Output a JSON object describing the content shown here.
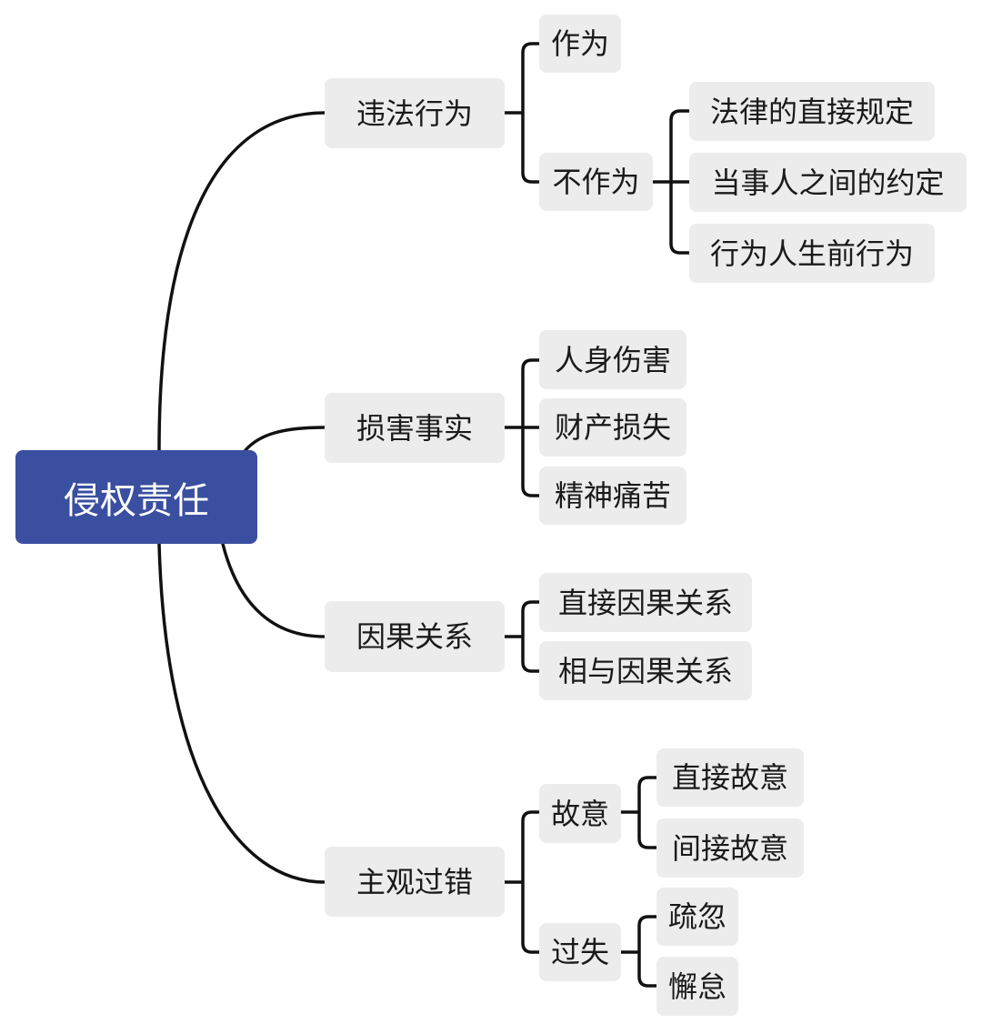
{
  "root": "侵权责任",
  "branches": [
    {
      "label": "违法行为",
      "children": [
        {
          "label": "作为"
        },
        {
          "label": "不作为",
          "children": [
            {
              "label": "法律的直接规定"
            },
            {
              "label": "当事人之间的约定"
            },
            {
              "label": "行为人生前行为"
            }
          ]
        }
      ]
    },
    {
      "label": "损害事实",
      "children": [
        {
          "label": "人身伤害"
        },
        {
          "label": "财产损失"
        },
        {
          "label": "精神痛苦"
        }
      ]
    },
    {
      "label": "因果关系",
      "children": [
        {
          "label": "直接因果关系"
        },
        {
          "label": "相与因果关系"
        }
      ]
    },
    {
      "label": "主观过错",
      "children": [
        {
          "label": "故意",
          "children": [
            {
              "label": "直接故意"
            },
            {
              "label": "间接故意"
            }
          ]
        },
        {
          "label": "过失",
          "children": [
            {
              "label": "疏忽"
            },
            {
              "label": "懈怠"
            }
          ]
        }
      ]
    }
  ],
  "colors": {
    "root": "#3a4fa0",
    "node": "#ececec",
    "line": "#111111"
  }
}
